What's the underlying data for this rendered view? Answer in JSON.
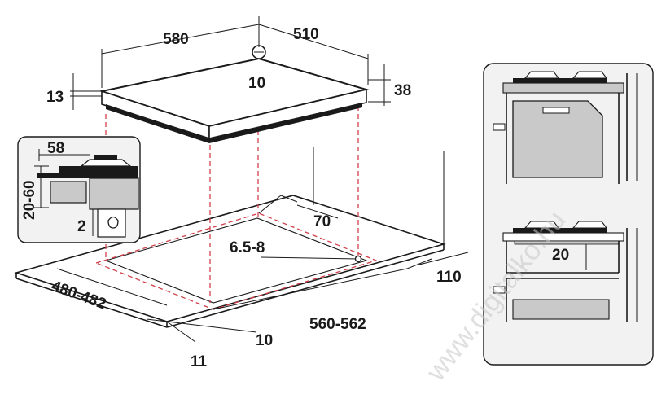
{
  "dimensions": {
    "width": "580",
    "depth": "510",
    "gas_inlet": "10",
    "glass_thickness": "13",
    "height": "38",
    "side_top": "58",
    "side_range": "20-60",
    "side_bottom": "2",
    "rear_clearance": "70",
    "fixing_hole": "6.5-8",
    "cutout_depth": "480-482",
    "cutout_width": "560-562",
    "edge_right": "110",
    "edge_front": "11",
    "edge_offset": "10",
    "oven_gap": "20"
  },
  "watermark": "www.digitalko.hu",
  "colors": {
    "line": "#1a1a1a",
    "cut_line": "#d0404a",
    "panel_fill": "#c9c9c9",
    "inset_bg": "#f2f2f2"
  },
  "icons": {
    "gas_drop": "gas-drop-icon",
    "inlet": "gas-inlet-icon"
  }
}
